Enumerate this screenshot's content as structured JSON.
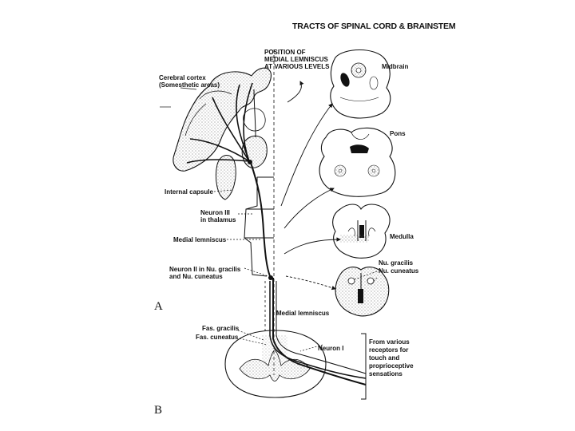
{
  "title": "TRACTS OF SPINAL CORD & BRAINSTEM",
  "panels": {
    "a": "A",
    "b": "B"
  },
  "labels": {
    "position_line1": "POSITION OF",
    "position_line2": "MEDIAL LEMNISCUS",
    "position_line3": "AT VARIOUS LEVELS",
    "cortex_line1": "Cerebral cortex",
    "cortex_line2": "(Somesthetic areas)",
    "internal_capsule": "Internal capsule",
    "neuron3_line1": "Neuron III",
    "neuron3_line2": "in thalamus",
    "medial_lemniscus_left": "Medial lemniscus",
    "neuron2_line1": "Neuron II in Nu. gracilis",
    "neuron2_line2": "and Nu. cuneatus",
    "medial_lemniscus_bottom": "Medial lemniscus",
    "midbrain": "Midbrain",
    "pons": "Pons",
    "medulla": "Medulla",
    "nu_gracilis": "Nu. gracilis",
    "nu_cuneatus": "Nu. cuneatus",
    "fas_gracilis": "Fas. gracilis",
    "fas_cuneatus": "Fas. cuneatus",
    "neuron1": "Neuron I",
    "receptors_line1": "From various",
    "receptors_line2": "receptors for",
    "receptors_line3": "touch and",
    "receptors_line4": "proprioceptive",
    "receptors_line5": "sensations"
  },
  "colors": {
    "ink": "#111111",
    "stipple": "#555555",
    "background": "#ffffff"
  }
}
